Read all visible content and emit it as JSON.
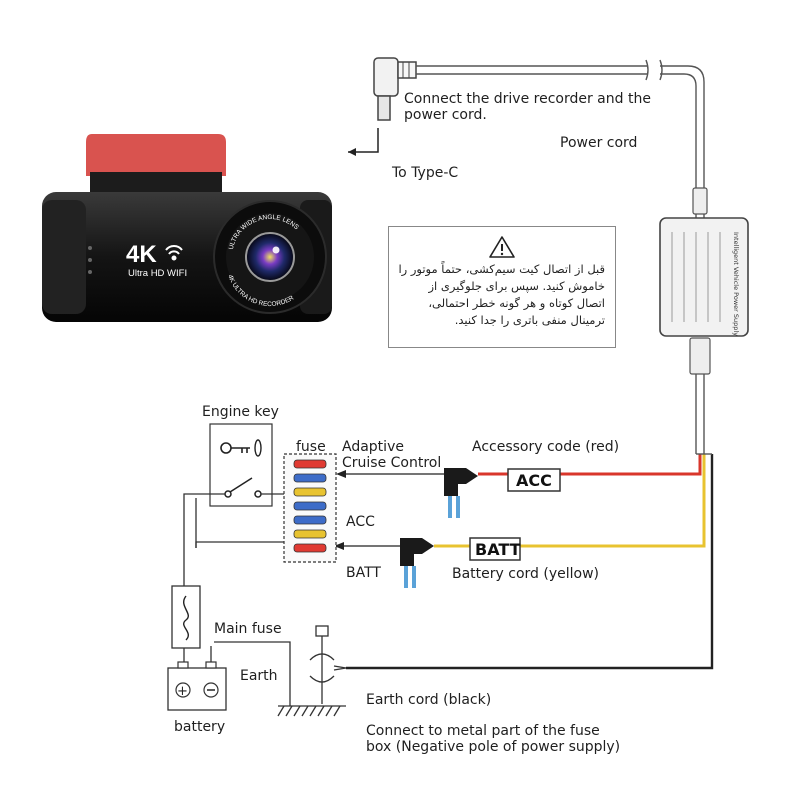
{
  "camera": {
    "badge": "4K",
    "subtitle": "Ultra HD WIFI",
    "lens_ring_top": "ULTRA WIDE ANGLE LENS",
    "lens_ring_bottom": "4K ULTRA HD RECORDER"
  },
  "labels": {
    "connect_instruction_line1": "Connect the drive recorder and the",
    "connect_instruction_line2": "power cord.",
    "type_c": "To Type-C",
    "power_cord": "Power cord",
    "engine_key": "Engine key",
    "fuse": "fuse",
    "adaptive_line1": "Adaptive",
    "adaptive_line2": "Cruise Control",
    "acc": "ACC",
    "batt": "BATT",
    "accessory_code": "Accessory code (red)",
    "acc_tag": "ACC",
    "batt_tag": "BATT",
    "battery_cord": "Battery cord (yellow)",
    "main_fuse": "Main fuse",
    "earth": "Earth",
    "battery": "battery",
    "earth_cord": "Earth cord (black)",
    "metal_line1": "Connect to metal part of the fuse",
    "metal_line2": "box (Negative pole of power supply)"
  },
  "power_box": {
    "title": "Intelligent Vehicle Power Supply"
  },
  "warning": {
    "text": "قبل از اتصال کیت سیم‌کشی، حتماً موتور را خاموش کنید. سپس برای جلوگیری از اتصال کوتاه و هر گونه خطر احتمالی، ترمینال منفی باتری را جدا کنید."
  },
  "colors": {
    "acc_wire": "#d9362b",
    "batt_wire": "#e8c330",
    "earth_wire": "#222222",
    "mount_pad": "#d9534f"
  }
}
